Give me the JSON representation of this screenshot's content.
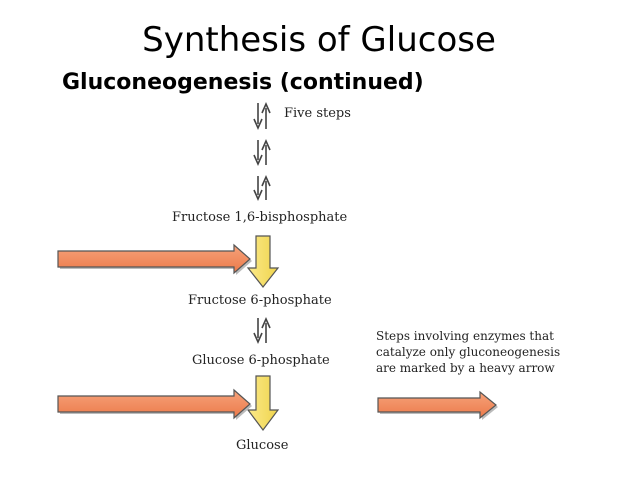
{
  "slide": {
    "title": "Synthesis of Glucose",
    "subtitle": "Gluconeogenesis (continued)"
  },
  "pathway": {
    "five_steps": "Five steps",
    "fructose_16_bisphosphate": "Fructose 1,6-bisphosphate",
    "fructose_6_phosphate": "Fructose 6-phosphate",
    "glucose_6_phosphate": "Glucose 6-phosphate",
    "glucose": "Glucose"
  },
  "legend": {
    "line1": "Steps involving enzymes that",
    "line2": "catalyze only gluconeogenesis",
    "line3": "are marked by a heavy arrow"
  },
  "colors": {
    "heavy_arrow": "#f0875a",
    "down_arrow": "#f5df6a",
    "thin_arrow": "#f3e7a8"
  }
}
